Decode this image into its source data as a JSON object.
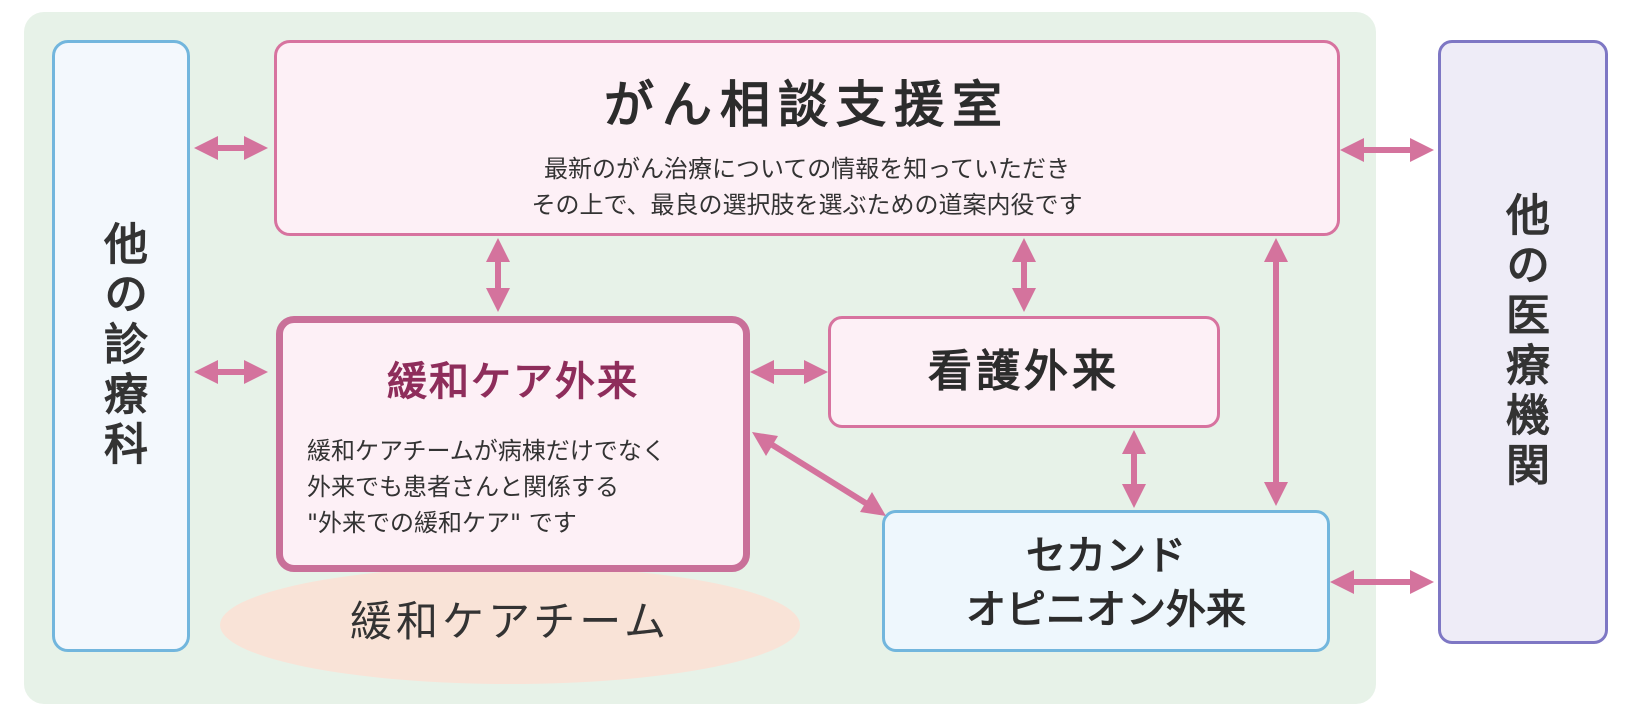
{
  "panel_bg": "#e7f2e8",
  "arrow_color": "#d4739d",
  "left_box": {
    "label": "他の診療科"
  },
  "right_box": {
    "label": "他の医療機関"
  },
  "top_box": {
    "title": "がん相談支援室",
    "line1": "最新のがん治療についての情報を知っていただき",
    "line2": "その上で、最良の選択肢を選ぶための道案内役です"
  },
  "palliative_box": {
    "title": "緩和ケア外来",
    "line1": "緩和ケアチームが病棟だけでなく",
    "line2": "外来でも患者さんと関係する",
    "line3": "\"外来での緩和ケア\"  です"
  },
  "nursing_box": {
    "label": "看護外来"
  },
  "second_opinion_box": {
    "line1": "セカンド",
    "line2": "オピニオン外来"
  },
  "team_label": "緩和ケアチーム"
}
